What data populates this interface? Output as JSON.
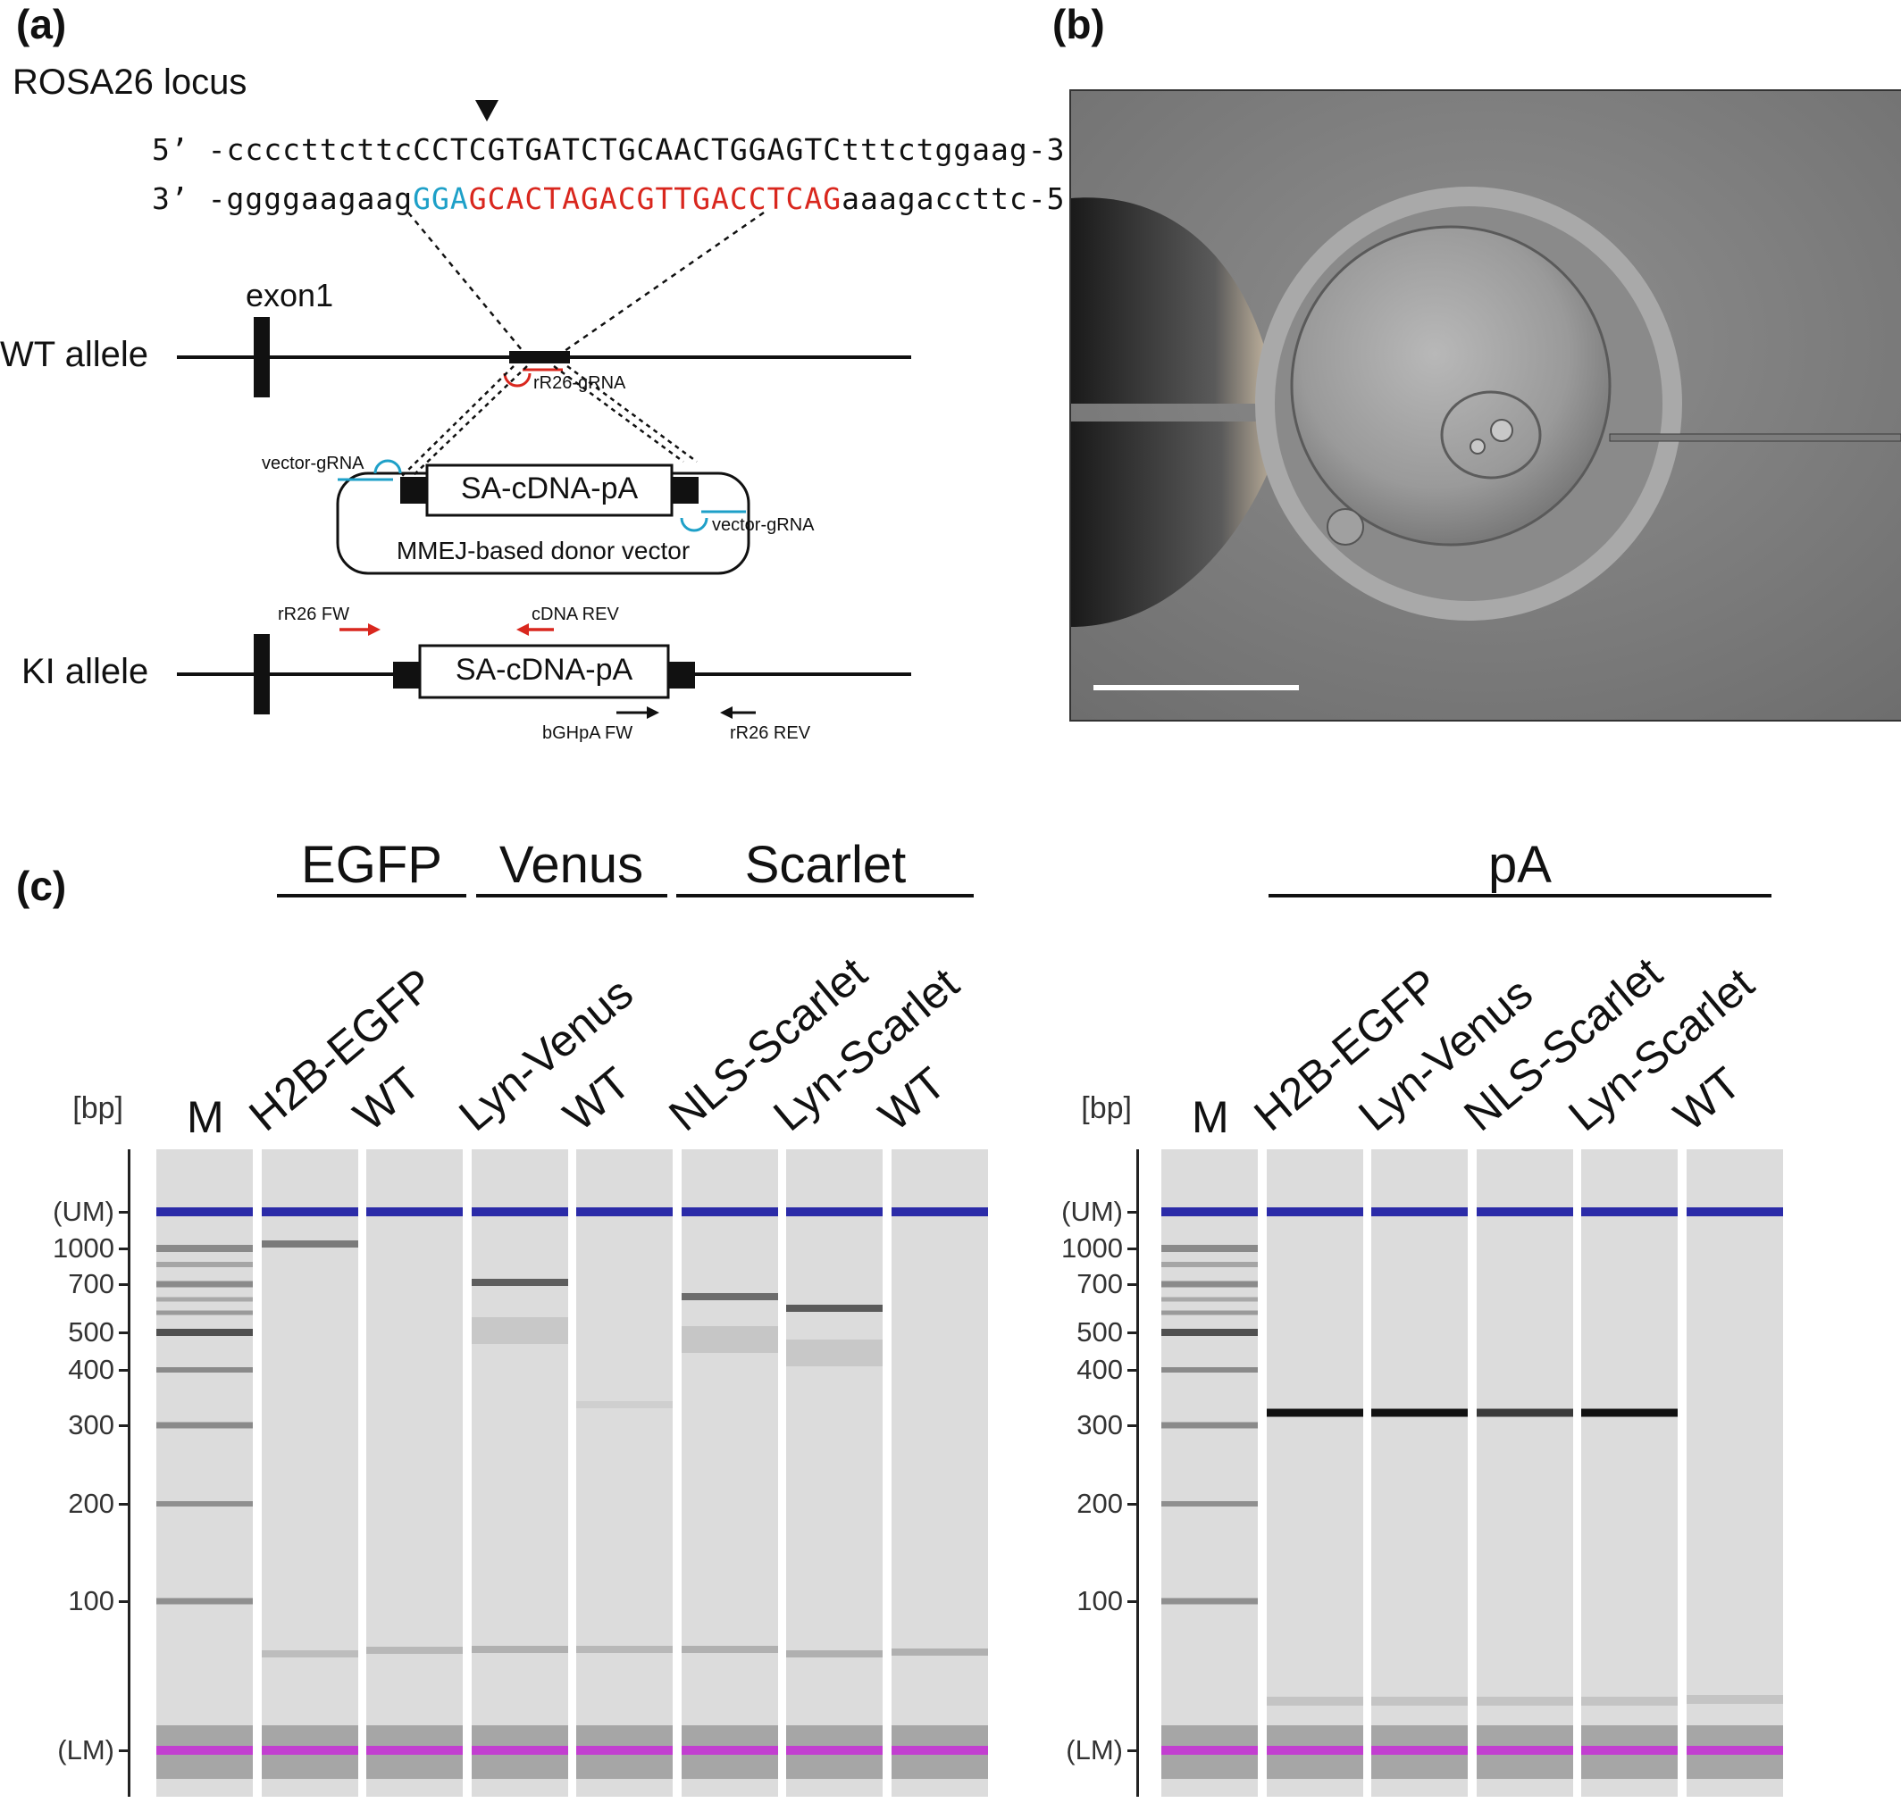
{
  "panel_a": {
    "label": "(a)",
    "locus_title": "ROSA26 locus",
    "seq_top": "5’ -cccсttcttcCCTCGTGATCTGCAACTGGAGTCtttctggaag-3’",
    "seq_bottom_left": "3’ -ggggaagaag",
    "seq_bottom_pam": "GGA",
    "seq_bottom_target": "GCACTAGACGTTGACCTCAG",
    "seq_bottom_right": "aaagaccttc-5’",
    "exon_label": "exon1",
    "wt_allele": "WT allele",
    "r26_grna": "rR26-gRNA",
    "vector_grna_left": "vector-gRNA",
    "vector_grna_right": "vector-gRNA",
    "cassette": "SA-cDNA-pA",
    "donor_label": "MMEJ-based donor vector",
    "ki_allele": "KI allele",
    "ki_cassette": "SA-cDNA-pA",
    "primer_r26_fw": "rR26 FW",
    "primer_cdna_rev": "cDNA REV",
    "primer_bghpa_fw": "bGHpA FW",
    "primer_r26_rev": "rR26 REV",
    "colors": {
      "pam": "#1ea0c8",
      "target": "#d9271e",
      "primer_red": "#d9271e"
    }
  },
  "panel_b": {
    "label": "(b)"
  },
  "panel_c": {
    "label": "(c)",
    "left_groups": [
      "EGFP",
      "Venus",
      "Scarlet"
    ],
    "right_group": "pA",
    "bp_header": "[bp]",
    "ladder_labels": [
      "(UM)",
      "1000",
      "700",
      "500",
      "400",
      "300",
      "200",
      "100",
      "(LM)"
    ],
    "left_lanes": [
      "M",
      "H2B-EGFP",
      "WT",
      "Lyn-Venus",
      "WT",
      "NLS-Scarlet",
      "Lyn-Scarlet",
      "WT"
    ],
    "right_lanes": [
      "M",
      "H2B-EGFP",
      "Lyn-Venus",
      "NLS-Scarlet",
      "Lyn-Scarlet",
      "WT"
    ],
    "colors": {
      "upper_marker": "#2b2ba8",
      "lower_marker": "#c23fd0",
      "lane_bg": "#dcdcdc"
    }
  }
}
